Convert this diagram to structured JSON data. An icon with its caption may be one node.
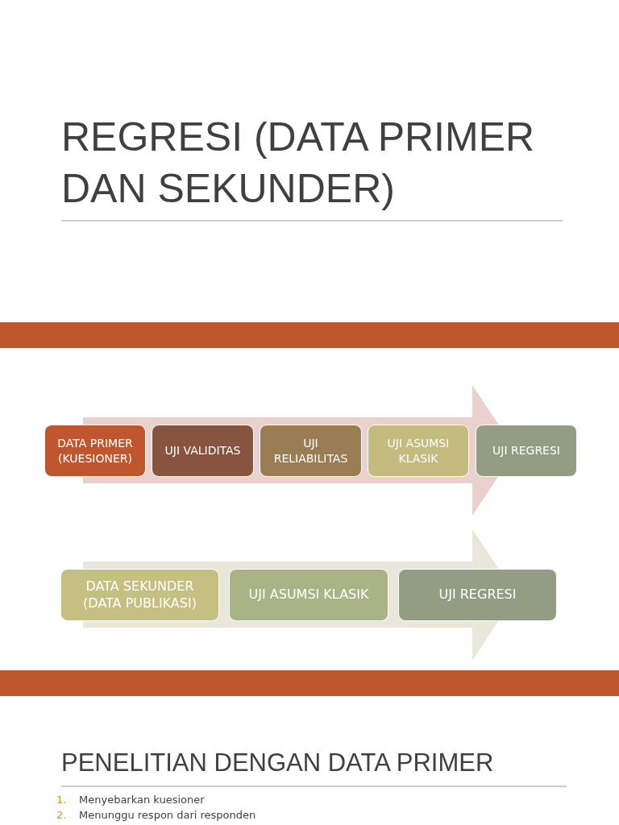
{
  "diagram": {
    "title": "REGRESI (DATA PRIMER DAN SEKUNDER)",
    "nodes": [
      {
        "text": [
          "DATA PRIMER (KUESIONER)"
        ]
      },
      {
        "text": [
          "UJI VALIDITAS"
        ]
      },
      {
        "text": [
          "UJI RELIABILITAS"
        ]
      },
      {
        "text": [
          "UJI ASUMSI KLASIK"
        ]
      },
      {
        "text": [
          "UJI REGRESI"
        ]
      },
      {
        "text": [
          "DATA SEKUNDER (DATA PUBLIKASI)"
        ]
      },
      {
        "text": [
          "UJI ASUMSI KLASIK"
        ]
      },
      {
        "text": [
          "UJI REGRESI"
        ]
      }
    ],
    "labels": [
      "PENELITIAN DENGAN DATA PRIMER",
      "1.",
      "Menyebarkan kuesioner",
      "2.",
      "Menunggu respon dari responden"
    ]
  }
}
